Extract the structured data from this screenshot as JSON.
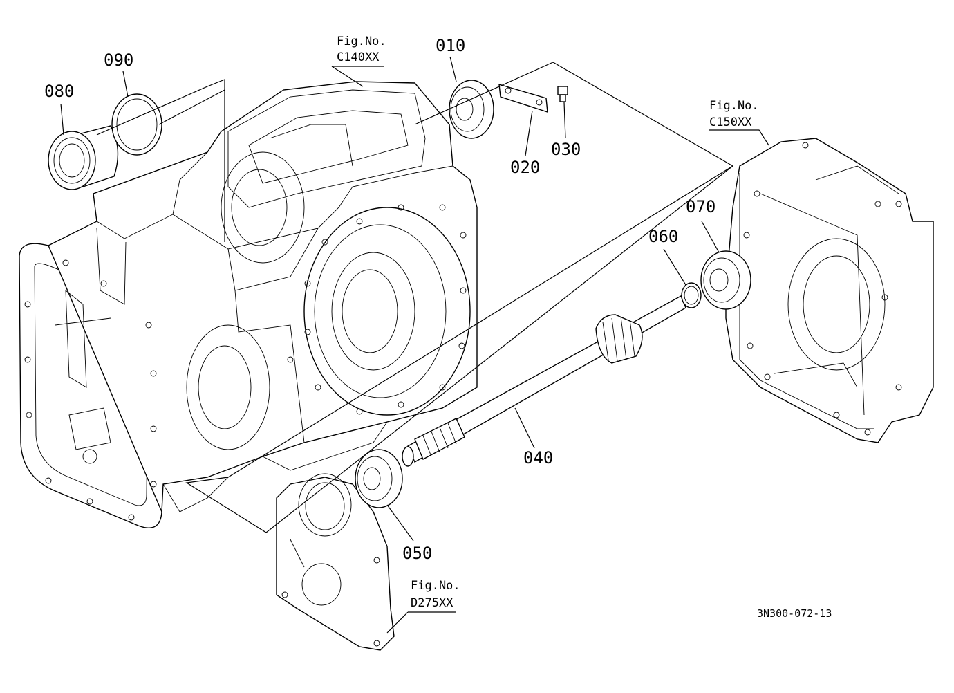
{
  "figure_refs": [
    {
      "id": "ref-c140",
      "label": "Fig.No.",
      "code": "C140XX"
    },
    {
      "id": "ref-c150",
      "label": "Fig.No.",
      "code": "C150XX"
    },
    {
      "id": "ref-d275",
      "label": "Fig.No.",
      "code": "D275XX"
    }
  ],
  "parts": [
    {
      "number": "010"
    },
    {
      "number": "020"
    },
    {
      "number": "030"
    },
    {
      "number": "040"
    },
    {
      "number": "050"
    },
    {
      "number": "060"
    },
    {
      "number": "070"
    },
    {
      "number": "080"
    },
    {
      "number": "090"
    }
  ],
  "drawing_code": "3N300-072-13"
}
